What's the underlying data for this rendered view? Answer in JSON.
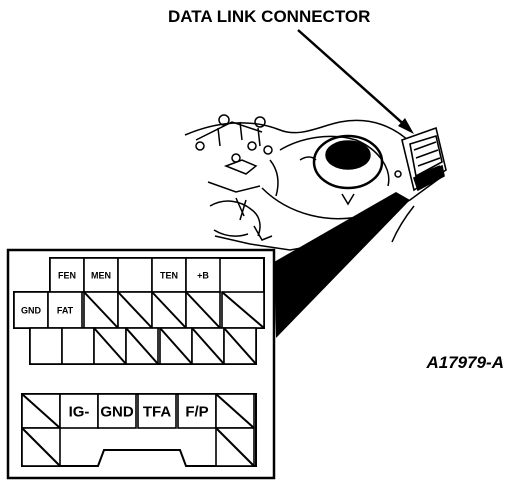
{
  "title": "DATA LINK CONNECTOR",
  "figure_id": "A17979-A",
  "connector_top": {
    "row1": [
      {
        "label": "FEN",
        "slashed": false
      },
      {
        "label": "MEN",
        "slashed": false
      },
      {
        "label": "",
        "slashed": false
      },
      {
        "label": "TEN",
        "slashed": false
      },
      {
        "label": "+B",
        "slashed": false
      }
    ],
    "row2": [
      {
        "label": "GND",
        "slashed": false
      },
      {
        "label": "FAT",
        "slashed": false
      },
      {
        "label": "",
        "slashed": true
      },
      {
        "label": "",
        "slashed": true
      },
      {
        "label": "",
        "slashed": true
      },
      {
        "label": "",
        "slashed": true
      },
      {
        "label": "",
        "slashed": true
      }
    ],
    "row3": [
      {
        "label": "",
        "slashed": false
      },
      {
        "label": "",
        "slashed": false
      },
      {
        "label": "",
        "slashed": true
      },
      {
        "label": "",
        "slashed": true
      },
      {
        "label": "",
        "slashed": true
      },
      {
        "label": "",
        "slashed": true
      },
      {
        "label": "",
        "slashed": true
      }
    ]
  },
  "connector_bottom": {
    "row1": [
      {
        "label": "",
        "slashed": true
      },
      {
        "label": "IG-",
        "slashed": false
      },
      {
        "label": "GND",
        "slashed": false
      },
      {
        "label": "TFA",
        "slashed": false
      },
      {
        "label": "F/P",
        "slashed": false
      },
      {
        "label": "",
        "slashed": true
      }
    ],
    "row2": [
      {
        "label": "",
        "slashed": true
      },
      {
        "label": "",
        "slashed": true
      }
    ]
  }
}
